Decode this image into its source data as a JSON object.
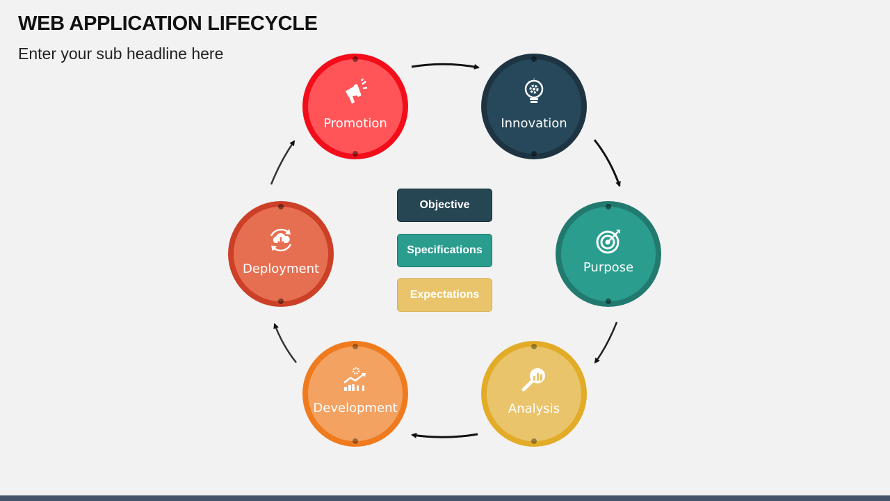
{
  "title": "WEB APPLICATION LIFECYCLE",
  "subtitle": "Enter your sub headline here",
  "cycle": {
    "promotion": {
      "label": "Promotion",
      "icon": "megaphone-icon",
      "ring": "#f30d1a",
      "fill": "#ff5558"
    },
    "innovation": {
      "label": "Innovation",
      "icon": "lightbulb-gear-icon",
      "ring": "#1e3442",
      "fill": "#26485a"
    },
    "purpose": {
      "label": "Purpose",
      "icon": "target-icon",
      "ring": "#227a6f",
      "fill": "#2a9d8f"
    },
    "analysis": {
      "label": "Analysis",
      "icon": "magnifier-chart-icon",
      "ring": "#e2ac28",
      "fill": "#e9c46a"
    },
    "development": {
      "label": "Development",
      "icon": "growth-chart-icon",
      "ring": "#ef7b1e",
      "fill": "#f4a261"
    },
    "deployment": {
      "label": "Deployment",
      "icon": "cloud-cycle-icon",
      "ring": "#cc4027",
      "fill": "#e76f51"
    }
  },
  "center": {
    "objective": {
      "label": "Objective",
      "color": "#264653"
    },
    "specifications": {
      "label": "Specifications",
      "color": "#2a9d8f"
    },
    "expectations": {
      "label": "Expectations",
      "color": "#e9c46a"
    }
  }
}
